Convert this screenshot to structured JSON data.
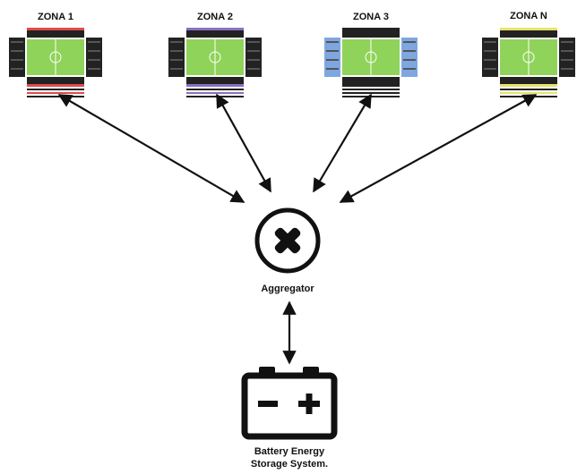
{
  "zones": [
    {
      "label": "ZONA 1",
      "accent": "#e04b4b",
      "side_color": "#222222"
    },
    {
      "label": "ZONA 2",
      "accent": "#8a6fc2",
      "side_color": "#222222"
    },
    {
      "label": "ZONA 3",
      "accent": "#222222",
      "side_color": "#7ea6e0"
    },
    {
      "label": "ZONA N",
      "accent": "#e6e46a",
      "side_color": "#222222"
    }
  ],
  "aggregator": {
    "label": "Aggregator",
    "icon": "x-circle-icon"
  },
  "battery": {
    "label_line1": "Battery Energy",
    "label_line2": "Storage System.",
    "icon": "battery-icon"
  },
  "colors": {
    "pitch": "#8fd35a",
    "pitch_line": "#ffffff",
    "arrow": "#111111"
  }
}
